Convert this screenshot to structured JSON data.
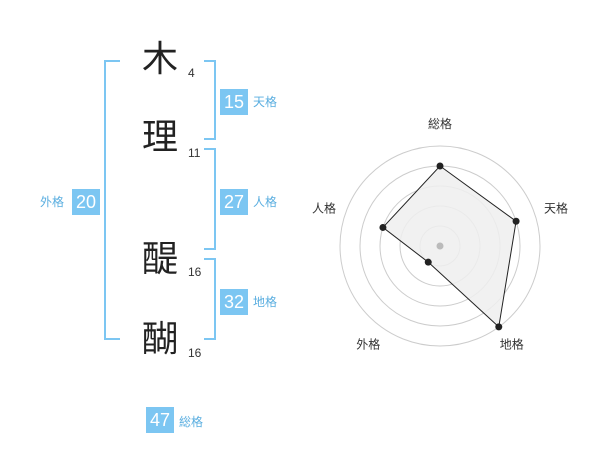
{
  "name_chars": [
    {
      "char": "木",
      "strokes": "4"
    },
    {
      "char": "理",
      "strokes": "11"
    },
    {
      "char": "醍",
      "strokes": "16"
    },
    {
      "char": "醐",
      "strokes": "16"
    }
  ],
  "fortune": {
    "tenkaku": {
      "label": "天格",
      "value": "15"
    },
    "jinkaku": {
      "label": "人格",
      "value": "27"
    },
    "chikaku": {
      "label": "地格",
      "value": "32"
    },
    "gaikaku": {
      "label": "外格",
      "value": "20"
    },
    "soukaku": {
      "label": "総格",
      "value": "47"
    }
  },
  "colors": {
    "accent": "#7cc6f2",
    "polygon_fill": "#eeeeee",
    "ring": "#cccccc"
  },
  "chart_data": {
    "type": "radar",
    "axes": [
      "総格",
      "天格",
      "地格",
      "外格",
      "人格"
    ],
    "values": [
      4,
      4,
      5,
      1,
      3
    ],
    "rmax": 5,
    "grid": true
  }
}
